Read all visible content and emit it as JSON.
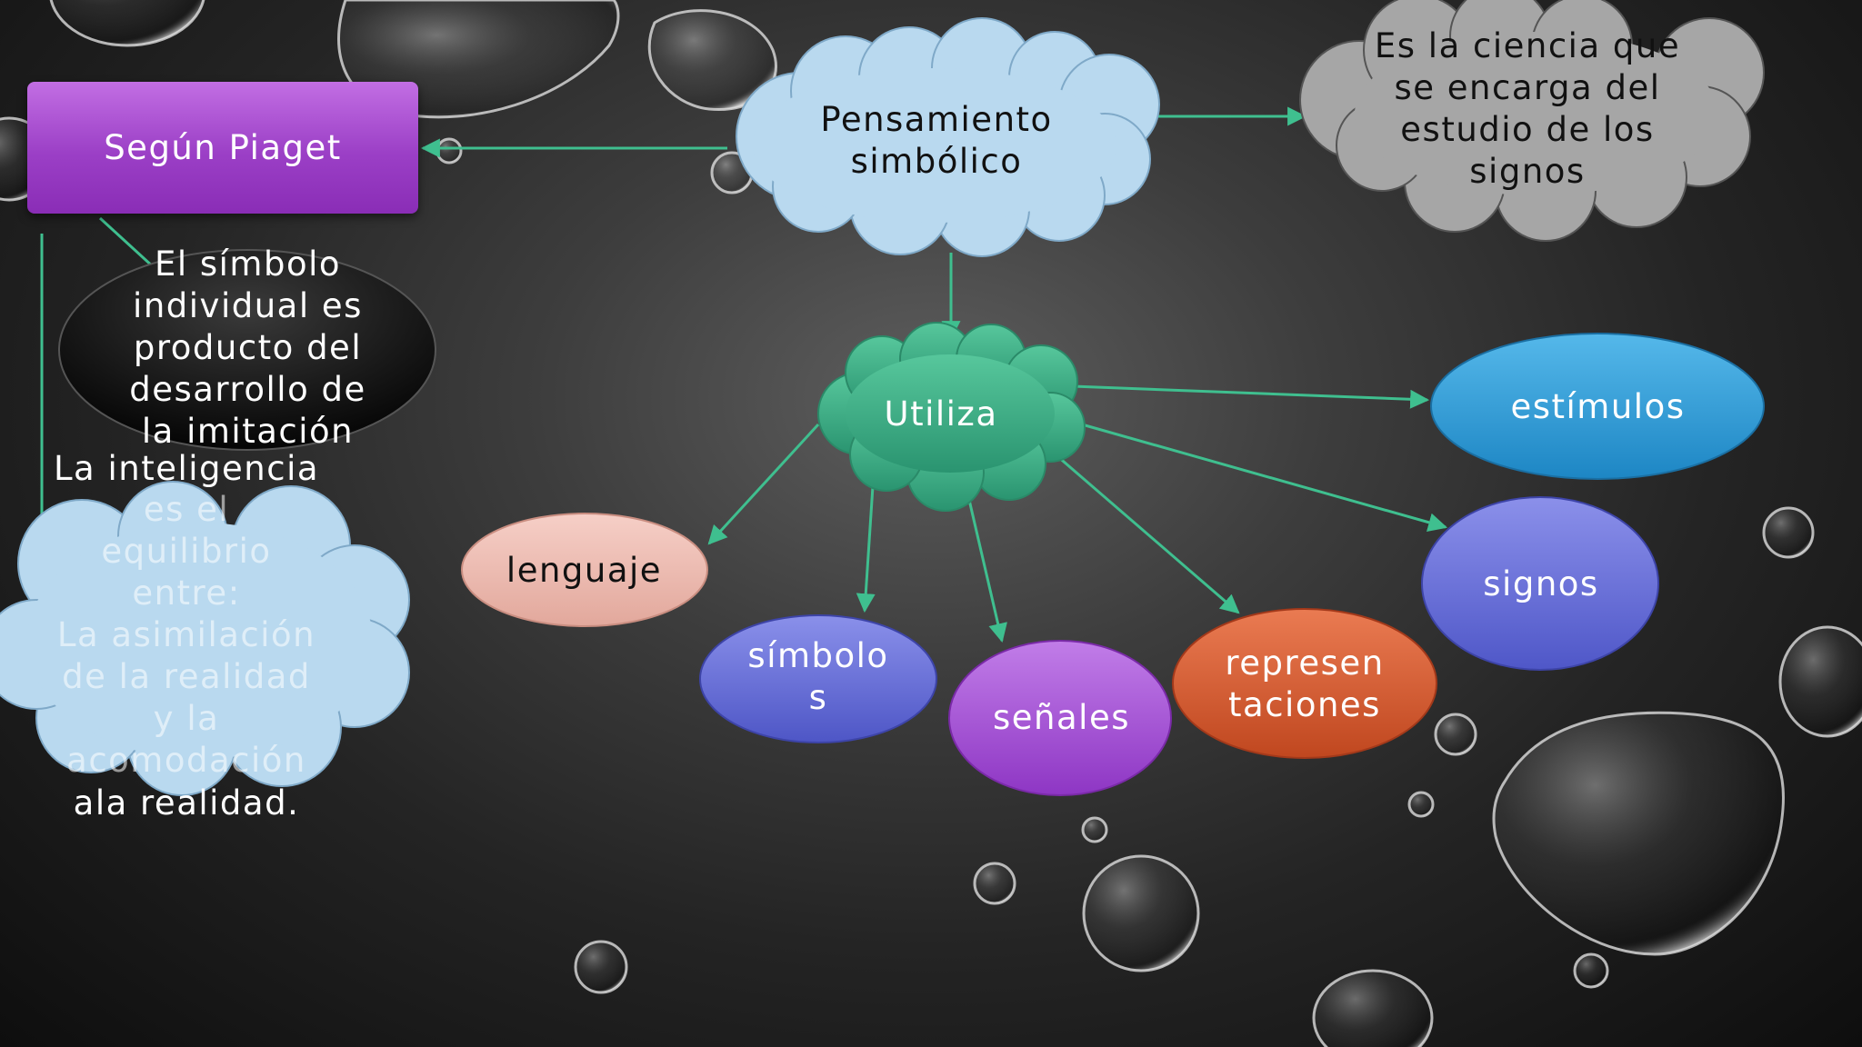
{
  "diagram": {
    "nodes": {
      "center": {
        "label": "Pensamiento\nsimbólico"
      },
      "definition": {
        "label": "Es la ciencia que\nse encarga del\nestudio de los\nsignos"
      },
      "piaget": {
        "label": "Según Piaget"
      },
      "symbol_origin": {
        "label": "El símbolo\nindividual es\nproducto del\ndesarrollo de\nla imitación"
      },
      "intelligence_top": {
        "label": "La inteligencia"
      },
      "intelligence_body": {
        "label": "es el\nequilibrio\nentre:\nLa asimilación\nde la realidad\ny la\nacomodación"
      },
      "intelligence_end": {
        "label": "ala realidad."
      },
      "uses": {
        "label": "Utiliza"
      },
      "language": {
        "label": "lenguaje"
      },
      "symbols": {
        "label": "símbolo\ns"
      },
      "signals": {
        "label": "señales"
      },
      "representations": {
        "label": "represen\ntaciones"
      },
      "signs": {
        "label": "signos"
      },
      "stimuli": {
        "label": "estímulos"
      }
    },
    "colors": {
      "connector": "#3fbf8f",
      "cloud_blue": "#b9d9ef",
      "cloud_gray": "#a6a6a6",
      "cloud_green": "#3aa883",
      "piaget_purple": "#a74fd0",
      "language_pink": "#eebdb4",
      "symbols_blue": "#6a72d8",
      "signals_purple": "#a44fd3",
      "representations_orange": "#d95a2f",
      "signs_blue": "#6a74dc",
      "stimuli_blue": "#2c9ad6",
      "dark_oval": "#1a1a1a"
    }
  }
}
